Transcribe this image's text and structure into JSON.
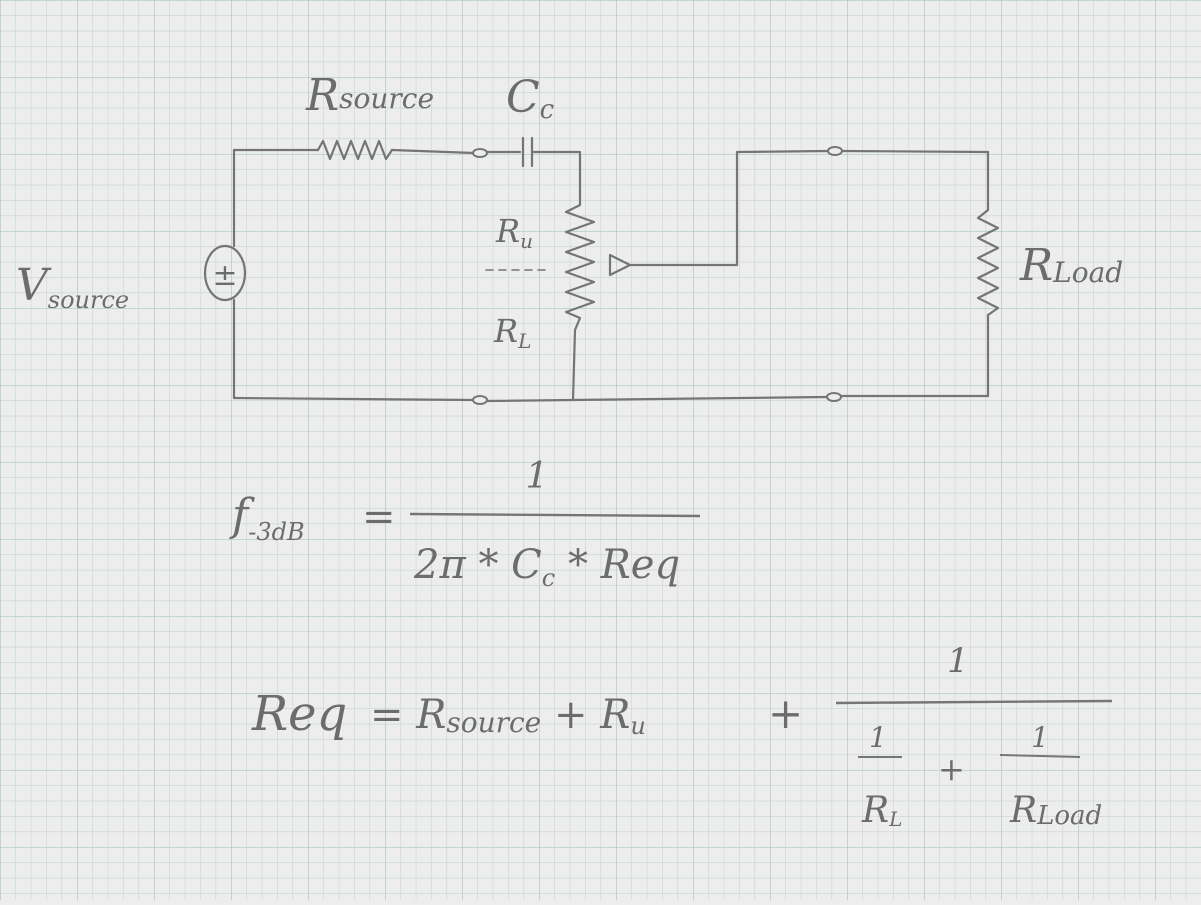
{
  "circuit": {
    "labels": {
      "v_source": "V",
      "v_source_sub": "source",
      "r_source": "R",
      "r_source_sub": "source",
      "c_c": "C",
      "c_c_sub": "c",
      "r_u": "R",
      "r_u_sub": "u",
      "r_l": "R",
      "r_l_sub": "L",
      "r_load": "R",
      "r_load_sub": "Load",
      "source_symbol": "±"
    }
  },
  "equations": {
    "cutoff": {
      "lhs": "f",
      "lhs_sub": "-3dB",
      "equals": "=",
      "numerator": "1",
      "denominator": "2π * C",
      "denominator_sub": "c",
      "denominator_tail": " * Req"
    },
    "req": {
      "lhs": "Req",
      "rhs": "= R",
      "rhs_sub": "source",
      "plus_ru": " + R",
      "ru_sub": "u",
      "plus": "+",
      "outer_numerator": "1",
      "inner_left_num": "1",
      "inner_left_den": "R",
      "inner_left_den_sub": "L",
      "inner_plus": "+",
      "inner_right_num": "1",
      "inner_right_den": "R",
      "inner_right_den_sub": "Load"
    }
  }
}
